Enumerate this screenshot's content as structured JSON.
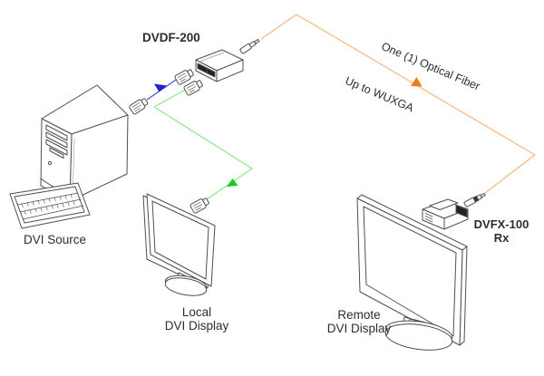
{
  "diagram": {
    "labels": {
      "transmitter": "DVDF-200",
      "fiber_note": "One (1) Optical Fiber",
      "resolution_note": "Up to WUXGA",
      "source": "DVI Source",
      "local_display": [
        "Local",
        "DVI Display"
      ],
      "remote_display": [
        "Remote",
        "DVI Display"
      ],
      "receiver": [
        "DVFX-100",
        "Rx"
      ]
    },
    "colors": {
      "outline": "#4f4f4f",
      "dvi_line": "#4a4ae0",
      "dvi_arrow": "#2222cc",
      "loop_line": "#8de88d",
      "loop_arrow": "#1dcc1d",
      "fiber_line": "#f4b87e",
      "fiber_arrow": "#ee7d18",
      "text": "#2d2d2d"
    }
  }
}
